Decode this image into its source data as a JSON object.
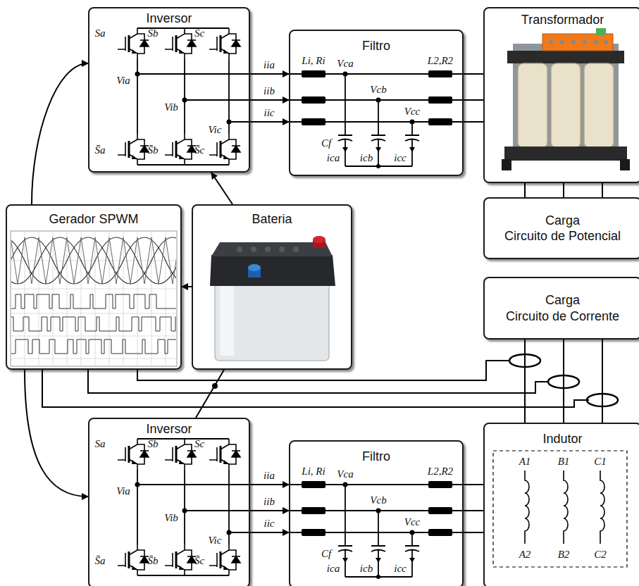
{
  "diagram": {
    "nodes": [
      {
        "text": [
          "Inversor"
        ]
      },
      {
        "text": [
          "Filtro"
        ]
      },
      {
        "text": [
          "Transformador"
        ]
      },
      {
        "text": [
          "Gerador SPWM"
        ]
      },
      {
        "text": [
          "Bateria"
        ]
      },
      {
        "text": [
          "Carga",
          "Circuito de Potencial"
        ]
      },
      {
        "text": [
          "Carga",
          "Circuito de Corrente"
        ]
      },
      {
        "text": [
          "Inversor"
        ]
      },
      {
        "text": [
          "Filtro"
        ]
      },
      {
        "text": [
          "Indutor"
        ]
      }
    ],
    "edges": [
      {
        "from": 3,
        "to": 0,
        "arrow": "to"
      },
      {
        "from": 4,
        "to": 0,
        "arrow": "to"
      },
      {
        "from": 4,
        "to": 3,
        "arrow": "to"
      },
      {
        "from": 3,
        "to": 7,
        "arrow": "to"
      },
      {
        "from": 4,
        "to": 7,
        "arrow": "none"
      },
      {
        "from": 0,
        "to": 1,
        "label": "iia",
        "arrow": "to"
      },
      {
        "from": 0,
        "to": 1,
        "label": "iib",
        "arrow": "to"
      },
      {
        "from": 0,
        "to": 1,
        "label": "iic",
        "arrow": "to"
      },
      {
        "from": 1,
        "to": 2,
        "arrow": "none"
      },
      {
        "from": 1,
        "to": 2,
        "arrow": "none"
      },
      {
        "from": 1,
        "to": 2,
        "arrow": "none"
      },
      {
        "from": 2,
        "to": 5,
        "arrow": "none"
      },
      {
        "from": 2,
        "to": 5,
        "arrow": "none"
      },
      {
        "from": 2,
        "to": 5,
        "arrow": "none"
      },
      {
        "from": 7,
        "to": 8,
        "label": "iia",
        "arrow": "to"
      },
      {
        "from": 7,
        "to": 8,
        "label": "iib",
        "arrow": "to"
      },
      {
        "from": 7,
        "to": 8,
        "label": "iic",
        "arrow": "to"
      },
      {
        "from": 8,
        "to": 9,
        "arrow": "none"
      },
      {
        "from": 8,
        "to": 9,
        "arrow": "none"
      },
      {
        "from": 8,
        "to": 9,
        "arrow": "none"
      },
      {
        "from": 6,
        "to": 9,
        "arrow": "none"
      },
      {
        "from": 6,
        "to": 9,
        "arrow": "none"
      },
      {
        "from": 6,
        "to": 9,
        "arrow": "none"
      }
    ],
    "labels": [
      "Sa",
      "Sb",
      "Sc",
      "Via",
      "Vib",
      "Vic",
      "S̄a",
      "S̄b",
      "S̄c",
      "Li, Ri",
      "Vca",
      "L2,R2",
      "Vcb",
      "Vcc",
      "Cf",
      "ica",
      "icb",
      "icc",
      "Sa",
      "Sb",
      "Sc",
      "Via",
      "Vib",
      "Vic",
      "S̄a",
      "S̄b",
      "S̄c",
      "Li, Ri",
      "Vca",
      "L2,R2",
      "Vcb",
      "Vcc",
      "Cf",
      "ica",
      "icb",
      "icc",
      "A1",
      "B1",
      "C1",
      "A2",
      "B2",
      "C2"
    ]
  }
}
